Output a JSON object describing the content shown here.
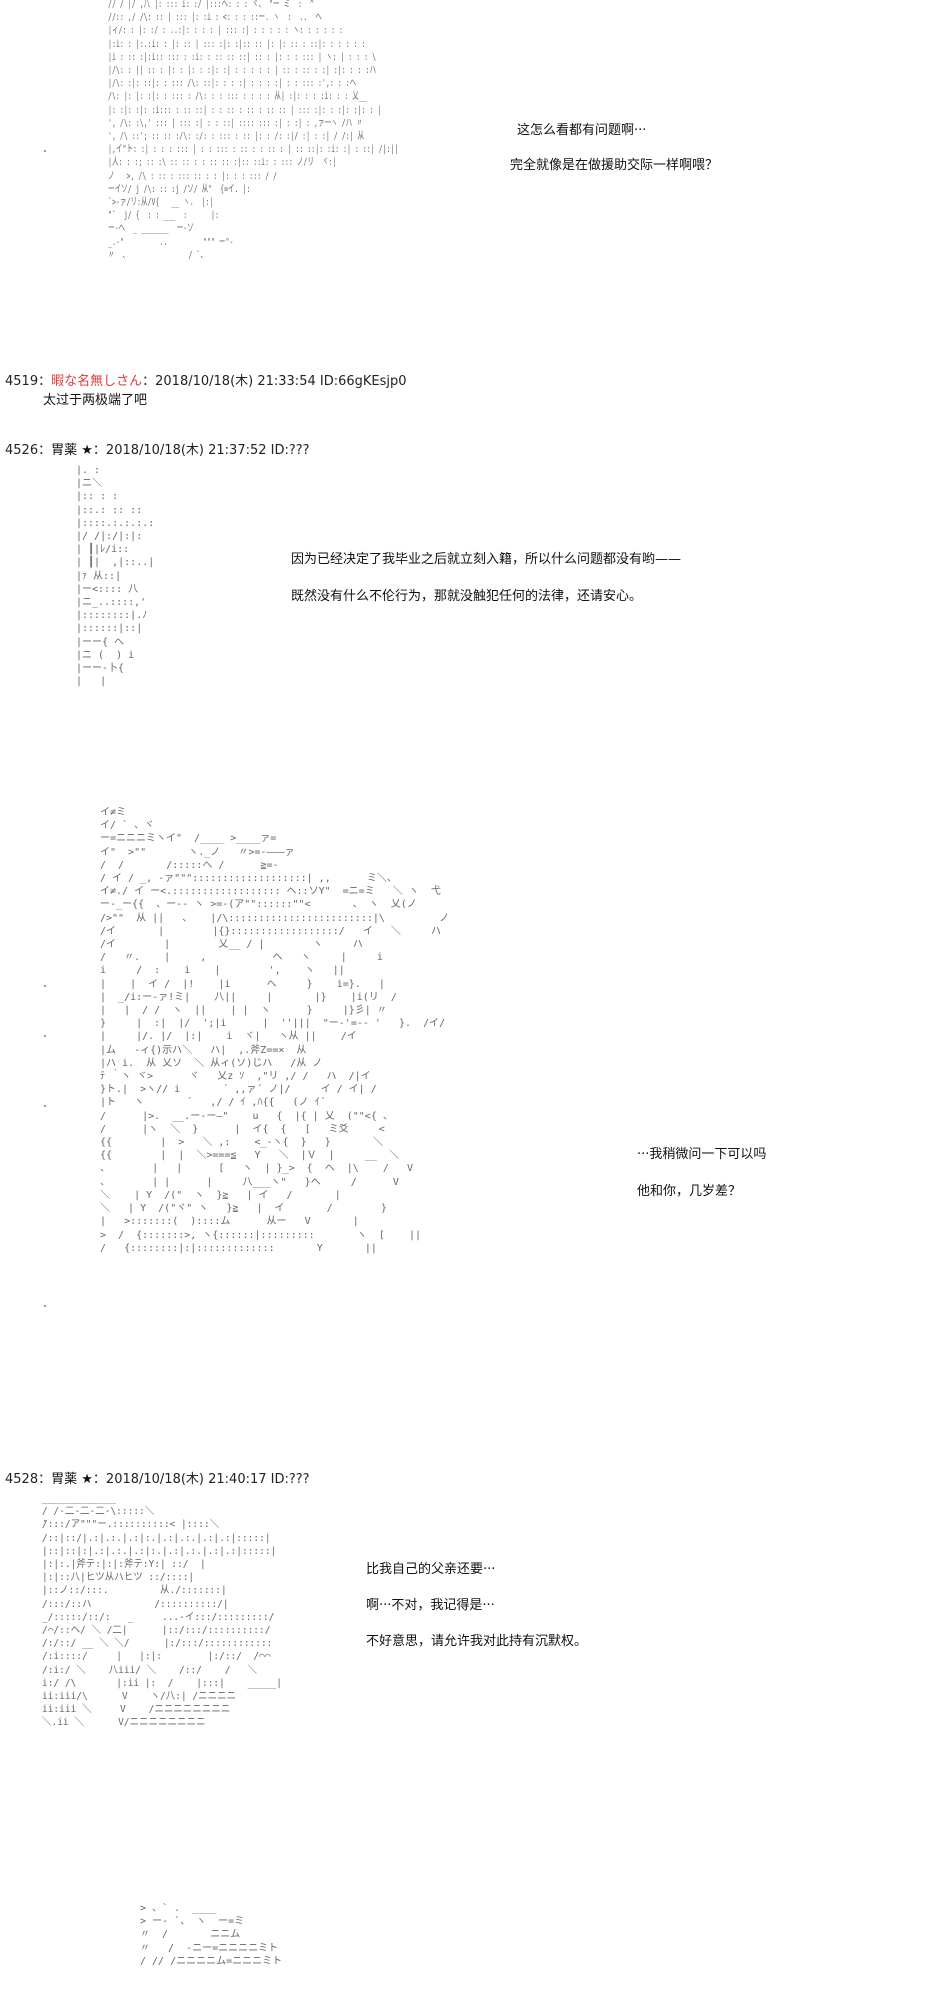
{
  "block1": {
    "art_rows": [
      "// / |/ ,八 |: ::: i: :/ |:::へ: : : ヾ、 \"ー ミ  :  ^",
      "//:: ,/ /\\: :: | ::: |: :i : <: : : ::ー. ヽ  :  ..  ヘ",
      "|ィ/: : |: :/ : ..:|: : : : | ::: :| : : : : : ヽ: : : : : :",
      "|:i: : |:.:i: : |: :: | ::: :|: :|:: :: |: |: :: : ::|: : : : : :",
      "|i : :: :|:i:: ::: : :i: : :: :: ::| :: : |: : : ::: | ヽ: | : : : \\",
      "|/\\: : || :: : |: : |: : :|: :| : : : : : | :: : :: : :| :|: : : :ハ",
      "|/\\: :|: ::|: : ::: /\\: ::|: : : :| : : : :| : : ::: :',: : :ヘ",
      "/\\: |: |: :|: : ::: : /\\: : : ::: : : : : 从| :|: : : :i: : : 乂__",
      "|: :|: :|: :i::: : :: ::| : : :: : :: : :: :: | ::: :|: : :|: :|: : |",
      "', /\\: :\\,' ::: | ::: :| : : ::| :::: ::: :| : :| : ,ァ一ヽ /ハ 〃",
      "', /\\ ::'; :: :: :/\\: :/: : ::: : :: |: : /: :|/ :| : :| / /:| 从",
      "|,イ\"ト: :| : : : ::: | : : ::: : :: : : :: : | :: ::|: :i: :| : ::| /|:||",
      "|人: : :; :: :\\ :: :: : : :: :: :|:: ::i: : ::: ノ/リ  ヾ:|",
      "ノ   >, /\\ : :: : ::: :: : : |: : : ::: / /",
      "ーイソ/ j /\\: :: :j /ソ/ 从\"  {=イ. |:",
      "`>-ァ/リ:从/V{   __ ヽ.  |:|",
      "\"`  j/ {  : : ___  :      |:",
      "ー-へ  _ _______  ー-ソ",
      "_.-\"         ..         \"\"\" ー\"-",
      "〃  、               / `、"
    ],
    "lines": [
      "这怎么看都有问题啊···",
      "完全就像是在做援助交际一样啊喂？"
    ]
  },
  "post4519": {
    "number": "4519",
    "colon": "：",
    "name": "暇な名無しさん",
    "sep": "：",
    "datetime": "2018/10/18(木) 21:33:54",
    "id": "ID:66gKEsjp0",
    "body": "太过于两极端了吧"
  },
  "post4526": {
    "number": "4526",
    "colon": "：",
    "name": "胃薬 ★",
    "sep": "：",
    "datetime": "2018/10/18(木) 21:37:52",
    "id": "ID:???",
    "art_rows": [
      "|. :",
      "|ニ＼",
      "|:: : :",
      "|::.: :: ::",
      "|::::.:.:.:.:",
      "|/ /|:/|:|:",
      "| ┃|ﾚ/i::",
      "| ┃|  ,|::..|",
      "|ｧ 从::|",
      "|ー<:::: 八",
      "|ニ_..::::,'",
      "|::::::::|.ﾉ",
      "|::::::|::|",
      "|ーー{ へ",
      "|ニ (  ) i",
      "|ーー‐卜{",
      "|   |"
    ],
    "lines": [
      "因为已经决定了我毕业之后就立刻入籍，所以什么问题都没有哟——",
      "既然没有什么不伦行为，那就没触犯任何的法律，还请安心。"
    ]
  },
  "block3": {
    "art_rows": [
      "イ≠ミ",
      "イ/ ` 、ヾ",
      "ー=ニニニミヽイ\"  /____ >____ァ=",
      "イ\"  >\"\"       ヽ._ノ   〃>=-―――ァ",
      "/  /       /:::::へ /      ≧=-",
      "/ イ / _, -ァ\"\"\":::::::::::::::::::| ,,      ミ＼、",
      "イ≠./ イ ー<.:::::::::::::::::: ヘ::ソY\"  =ニ=ミ   ＼ ヽ  弋",
      "ー-_ー{{  、ー‐‐ ヽ >=-(ア\"\"::::::\"\"<       、 ヽ  乂(ノ",
      "/>\"\"  从 ||   、   |/\\::::::::::::::::::::::::|\\         ノ",
      "/イ       |        |{}::::::::::::::::::/   イ   ＼     ハ",
      "/イ        |        乂__ / |        ヽ     ハ",
      "/   〃.    |     ,           ヘ   ヽ     |     i",
      "i     /  :    i    |        ',    ヽ   ||",
      "|    |  イ /  |!    |i      ヘ     }    i=}.   |",
      "|  _/i:ー-ァ!ミ|    八||     |       |}    |i(リ  /",
      "|   |  / /  ヽ  ||    | |  ヽ      }     |}彡| 〃",
      "}     |  :|  |/  ';|i      |  ''|||  \"ー-'=-- '   }.  /イ/",
      "|     |/. |/  |:|    i  ヾ|   ヽ从 ||    /イ",
      "|ム   -ィ{)示ハ＼   ハ|  ,.斧Z==×  从",
      "|ハ i.  从 乂ソ  ＼ 从ィ(ソ)じハ   /从 ノ",
      "ﾃ ｀ヽ ヾ>      ヾ   乂z ｿ  ,\"リ ,/ /   ハ  /|イ",
      "}ト.|  >ヽ// i       ´ ,,ァ´ ノ|/     イ / イ| /",
      "|ト   ヽ       ´   ,/ / ｲ ,ﾊ{{   (ノ ｲ´",
      "/      |>.  __.ー-ー―\"    u   {  |{ | 乂  (\"\"<{ 、",
      "/      |ヽ  ＼  }      |  イ{  {   [   ミ爻     <",
      "{{        |  >   ＼ ,:    <_-ヽ{  }   }       ＼",
      "{{        |  |  ＼>===≦   Y   ＼  |Ｖ  |     __  ＼",
      "、       |   |      [   ヽ  | }_>  {  ヘ  |\\    /   V",
      "、       | |      |     八___ヽ\"   }ヘ     /      V",
      "＼    | Y  /(\"  ヽ  }≧   | イ   /       |",
      "＼   | Y  /(\"ヾ\" ヽ   }≧   |  イ       /        }",
      "|   >:::::::(  )::::ム      从ー   V       |",
      ">  /  {:::::::>, ヽ{::::::|:::::::::       ヽ  [    ||",
      "/   {::::::::|:|:::::::::::::       Y       ||"
    ],
    "lines": [
      "···我稍微问一下可以吗",
      "他和你，几岁差？"
    ]
  },
  "post4528": {
    "number": "4528",
    "colon": "：",
    "name": "胃薬 ★",
    "sep": "：",
    "datetime": "2018/10/18(木) 21:40:17",
    "id": "ID:???",
    "art_rows": [
      "_____________",
      "/ /-二-二-二-\\:::::＼",
      "/:::/ア\"\"\"ー.::::::::::< |::::＼",
      "/::|::/|.:|.:.|.:|:.|.:|.:.|.:|.:|:::::|",
      "|::|::|:|.:|.:.|.:|:.|.:|.:.|.:|.:|:::::|",
      "|:|:.|斧テ:|:|:斧テ:Y:| ::/  |",
      "|:|::八|ヒツ从ハヒツ ::/::::|",
      "|::ノ::/:::.         从./:::::::|",
      "/:::/::ハ           /::::::::::/|",
      "_/:::::/::/:   _     ...-イ:::/:::::::::/",
      "/⌒/::ヘ/ ＼ /二|      |::/:::/::::::::::/",
      "/:/::/ __ ＼ ＼/      |:/:::/::::::::::::",
      "/:i::::/     |   |:|:        |:/::/  /⌒⌒",
      "/:i:/ ＼    八iii/ ＼    /::/    /   ＼",
      "i:/ /\\       |:ii |:  /    |:::|    _____|",
      "ii:iii/\\      V    ヽ/八:| /ニニニニ",
      "ii:iii ＼     V    /ニニニニニニニニ",
      "＼.ii ＼      V/ニニニニニニニニ"
    ],
    "lines": [
      "比我自己的父亲还要···",
      "啊···不对，我记得是···",
      "不好意思，请允许我对此持有沉默权。"
    ]
  },
  "block5": {
    "art_rows": [
      "> 、` .  ____",
      "> ー‐ `、 ヽ  ー=ミ",
      "〃  /       ニニム",
      "〃   /  -ニー=ニニニニミト",
      "/ // /ニニニニム=ニニニミト"
    ]
  },
  "colors": {
    "background": "#ffffff",
    "art": "#666666",
    "text": "#111111",
    "name_red": "#e23a3a"
  }
}
